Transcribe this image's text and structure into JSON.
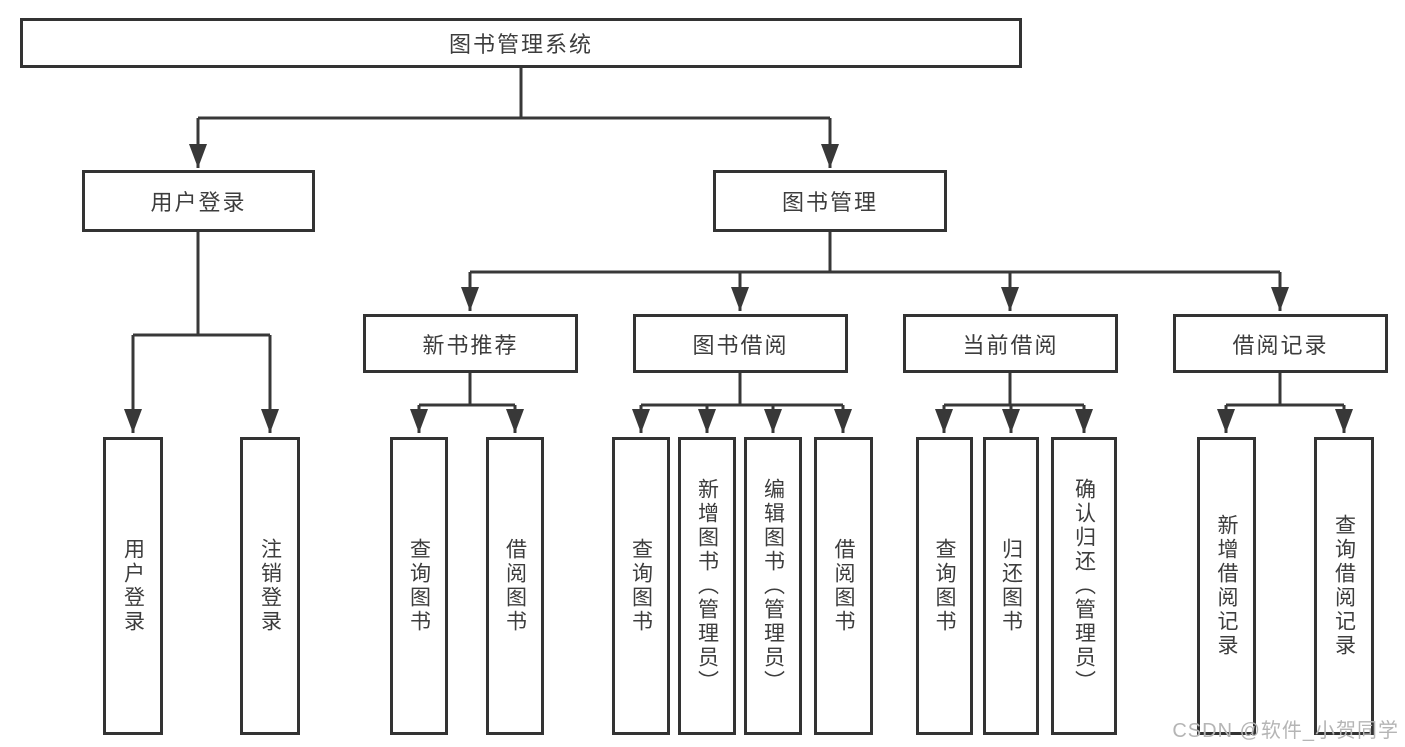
{
  "diagram": {
    "root": {
      "label": "图书管理系统"
    },
    "level2": {
      "user_login": {
        "label": "用户登录"
      },
      "book_management": {
        "label": "图书管理"
      }
    },
    "level3": {
      "new_book_recommend": {
        "label": "新书推荐"
      },
      "book_borrow": {
        "label": "图书借阅"
      },
      "current_borrow": {
        "label": "当前借阅"
      },
      "borrow_records": {
        "label": "借阅记录"
      }
    },
    "leaves": {
      "user_login_leaf": {
        "label": "用户登录"
      },
      "logout": {
        "label": "注销登录"
      },
      "query_books_recommend": {
        "label": "查询图书"
      },
      "borrow_books_recommend": {
        "label": "借阅图书"
      },
      "query_books_borrow": {
        "label": "查询图书"
      },
      "add_books_admin": {
        "label": "新增图书（管理员）"
      },
      "edit_books_admin": {
        "label": "编辑图书（管理员）"
      },
      "borrow_books_borrow": {
        "label": "借阅图书"
      },
      "query_books_current": {
        "label": "查询图书"
      },
      "return_books": {
        "label": "归还图书"
      },
      "confirm_return_admin": {
        "label": "确认归还（管理员）"
      },
      "add_borrow_record": {
        "label": "新增借阅记录"
      },
      "query_borrow_record": {
        "label": "查询借阅记录"
      }
    }
  },
  "watermark": {
    "text": "CSDN @软件_小贺同学"
  },
  "colors": {
    "line": "#383838",
    "box_border": "#333333",
    "text": "#3d3d3d",
    "watermark_text": "#b5b5b5",
    "background": "#ffffff"
  }
}
